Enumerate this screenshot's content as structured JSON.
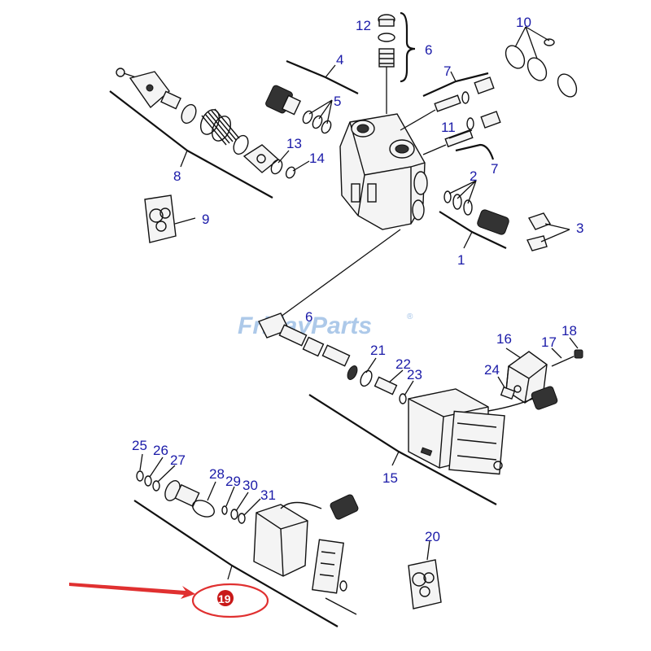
{
  "watermark": {
    "text": "FridayParts",
    "registered_mark": "®"
  },
  "callouts": {
    "c1": "1",
    "c2": "2",
    "c3": "3",
    "c4": "4",
    "c5": "5",
    "c6": "6",
    "c6b": "6",
    "c7a": "7",
    "c7b": "7",
    "c8": "8",
    "c9": "9",
    "c10": "10",
    "c11": "11",
    "c12": "12",
    "c13": "13",
    "c14": "14",
    "c15": "15",
    "c16": "16",
    "c17": "17",
    "c18": "18",
    "c19": "19",
    "c20": "20",
    "c21": "21",
    "c22": "22",
    "c23": "23",
    "c24": "24",
    "c25": "25",
    "c26": "26",
    "c27": "27",
    "c28": "28",
    "c29": "29",
    "c30": "30",
    "c31": "31"
  },
  "highlight": {
    "arrow_color": "#e03030",
    "marker_color": "#c81818",
    "ring_color": "#e03030"
  },
  "colors": {
    "callout": "#1a1aa8",
    "watermark": "#9fc0e6"
  }
}
